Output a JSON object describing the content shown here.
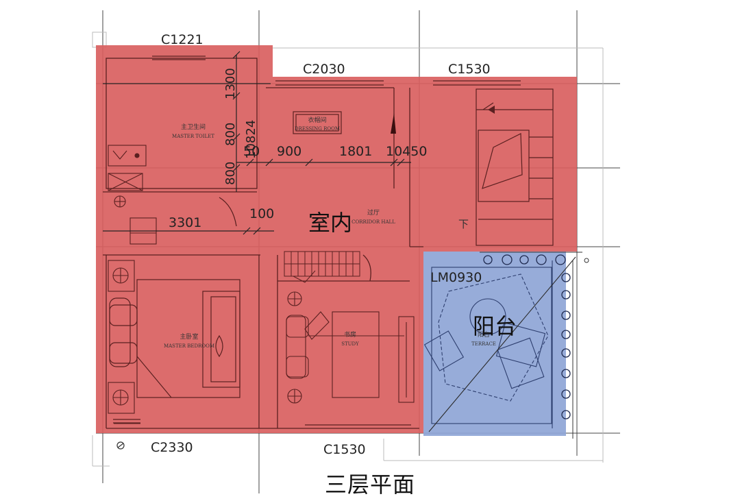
{
  "title": "三层平面",
  "zones": {
    "indoor": {
      "label": "室内",
      "color": "#d9605f"
    },
    "balcony": {
      "label": "阳台",
      "color": "#8ea5d6"
    }
  },
  "windows": {
    "top_left": "C1221",
    "top_mid": "C2030",
    "top_right": "C1530",
    "bottom_left": "C2330",
    "bottom_mid": "C1530",
    "balcony_door": "LM0930"
  },
  "dimensions": {
    "v_1300": "1300",
    "v_800a": "800",
    "v_800b": "800",
    "v_10824": "10824",
    "h_50": "50",
    "h_900": "900",
    "h_1801": "1801",
    "h_10450": "10450",
    "h_3301": "3301",
    "h_100": "100"
  },
  "rooms": {
    "master_toilet": {
      "cn": "主卫生间",
      "en": "MASTER TOILET"
    },
    "dressing": {
      "cn": "衣帽间",
      "en": "DRESSING ROOM"
    },
    "corridor": {
      "cn": "过厅",
      "en": "CORRIDOR HALL"
    },
    "master_bedroom": {
      "cn": "主卧室",
      "en": "MASTER BEDROOM"
    },
    "study": {
      "cn": "书房",
      "en": "STUDY"
    },
    "terrace": {
      "cn": "阳台",
      "en": "TERRACE"
    }
  },
  "stair_down": "下"
}
